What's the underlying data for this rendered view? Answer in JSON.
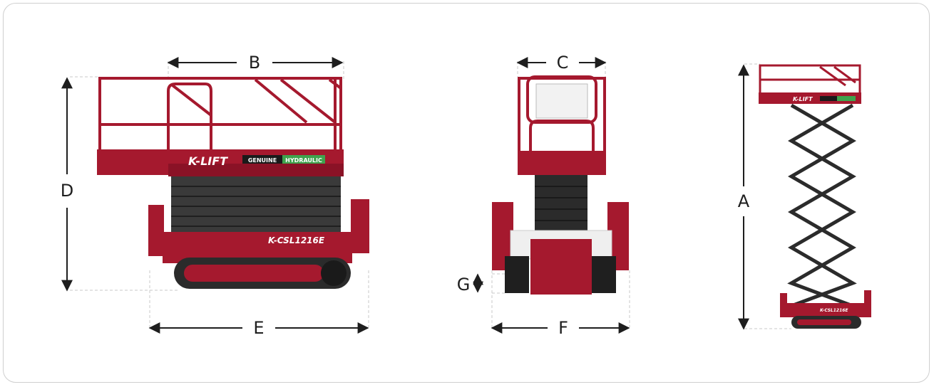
{
  "labels": {
    "A": "A",
    "B": "B",
    "C": "C",
    "D": "D",
    "E": "E",
    "F": "F",
    "G": "G"
  },
  "branding": {
    "logo": "K-LIFT",
    "tag_left": "GENUINE",
    "tag_right": "HYDRAULIC",
    "model": "K-CSL1216E"
  },
  "colors": {
    "machine": "#a5192e",
    "machine_dark": "#8a1226",
    "scissor": "#2b2b2b",
    "hydraulic_tag": "#3fa34d",
    "dimension_line": "#1e1e1e",
    "guide": "#c8c8c8"
  }
}
